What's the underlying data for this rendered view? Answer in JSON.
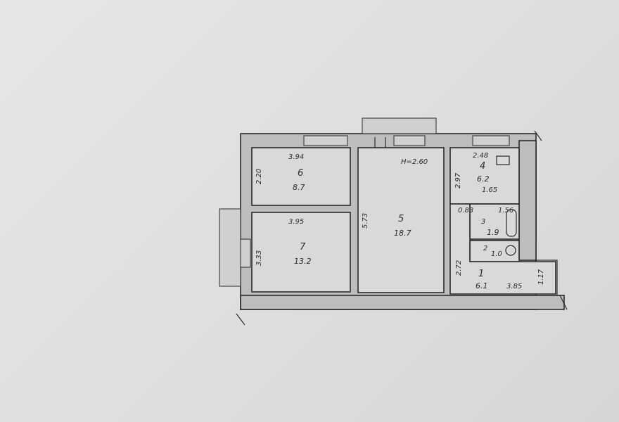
{
  "plan": {
    "ceiling_height": "H=2.60",
    "rooms": [
      {
        "id": "6",
        "number": "6",
        "area": "8.7",
        "width": "3.94",
        "depth": "2.20"
      },
      {
        "id": "7",
        "number": "7",
        "area": "13.2",
        "width": "3.95",
        "depth": "3.33"
      },
      {
        "id": "5",
        "number": "5",
        "area": "18.7",
        "width": "",
        "depth": "5.73"
      },
      {
        "id": "4",
        "number": "4",
        "area": "6.2",
        "width": "2.48",
        "depth": "2.97",
        "extra": "1.65"
      },
      {
        "id": "3",
        "number": "3",
        "area": "1.9",
        "width": "1.56",
        "depth": "0.83"
      },
      {
        "id": "2",
        "number": "2",
        "area": "1.0"
      },
      {
        "id": "1",
        "number": "1",
        "area": "6.1",
        "width": "3.85",
        "depth": "2.72",
        "extra": "1.17"
      }
    ]
  }
}
